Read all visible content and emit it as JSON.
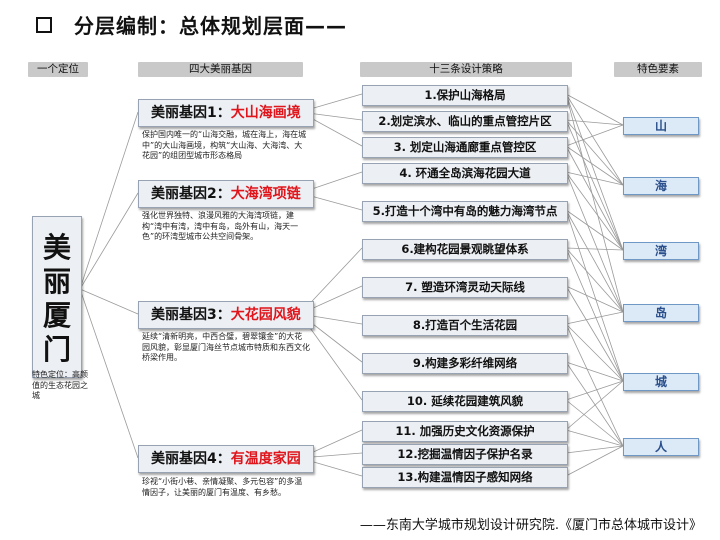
{
  "title": "分层编制：总体规划层面——",
  "headers": [
    "一个定位",
    "四大美丽基因",
    "十三条设计策略",
    "特色要素"
  ],
  "main": {
    "chars": [
      "美",
      "丽",
      "厦",
      "门"
    ],
    "note": "特色定位：高颜值的生态花园之城"
  },
  "genes": [
    {
      "prefix": "美丽基因1：",
      "name": "大山海画境",
      "desc": "保护国内唯一的“山海交融，城在海上，海在城中”的大山海画境，构筑“大山海、大海湾、大花园”的组团型城市形态格局"
    },
    {
      "prefix": "美丽基因2：",
      "name": "大海湾项链",
      "desc": "强化世界独特、浪漫风雅的大海湾项链，建构“湾中有湾，湾中有岛，岛外有山，海天一色”的环湾型城市公共空间骨架。"
    },
    {
      "prefix": "美丽基因3：",
      "name": "大花园风貌",
      "desc": "延续“清新明亮，中西合璧，碧翠镶金”的大花园风貌，彰显厦门海丝节点城市特质和东西文化桥梁作用。"
    },
    {
      "prefix": "美丽基因4：",
      "name": "有温度家园",
      "desc": "珍视“小街小巷、亲情凝聚、多元包容”的多温情因子，让美丽的厦门有温度、有乡愁。"
    }
  ],
  "strategies": [
    "1.保护山海格局",
    "2.划定滨水、临山的重点管控片区",
    "3. 划定山海通廊重点管控区",
    "4. 环通全岛滨海花园大道",
    "5.打造十个湾中有岛的魅力海湾节点",
    "6.建构花园景观眺望体系",
    "7. 塑造环湾灵动天际线",
    "8.打造百个生活花园",
    "9.构建多彩纤维网络",
    "10. 延续花园建筑风貌",
    "11. 加强历史文化资源保护",
    "12.挖掘温情因子保护名录",
    "13.构建温情因子感知网络"
  ],
  "features": [
    "山",
    "海",
    "湾",
    "岛",
    "城",
    "人"
  ],
  "credit": "——东南大学城市规划设计研究院.《厦门市总体城市设计》",
  "colors": {
    "accent": "#e0141b",
    "feature_text": "#2a4f8c",
    "header_bg": "#c9c9c9"
  }
}
